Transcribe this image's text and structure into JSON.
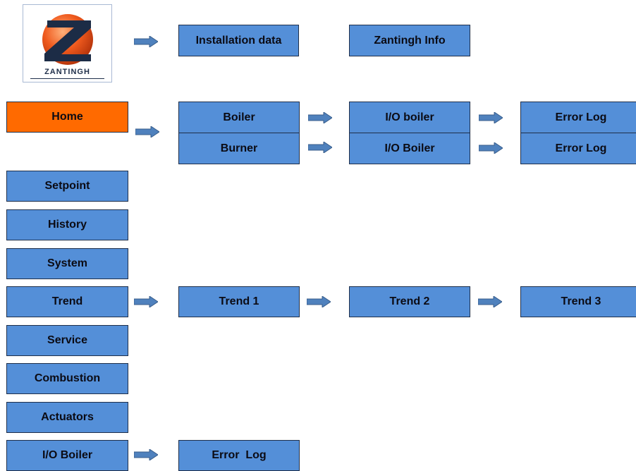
{
  "logo": {
    "text": "ZANTINGH",
    "mark": "Z"
  },
  "colors": {
    "box": "#548fd8",
    "active": "#ff6a00",
    "arrow": "#4f81bd",
    "border": "#1f2f4a"
  },
  "top_row": {
    "installation_data": "Installation data",
    "zantingh_info": "Zantingh Info"
  },
  "menu": {
    "home": "Home",
    "setpoint": "Setpoint",
    "history": "History",
    "system": "System",
    "trend": "Trend",
    "service": "Service",
    "combustion": "Combustion",
    "actuators": "Actuators",
    "io_boiler": "I/O Boiler"
  },
  "home_branch": {
    "boiler": "Boiler",
    "burner": "Burner",
    "io_boiler_1": "I/O boiler",
    "io_boiler_2": "I/O Boiler",
    "error_log_1": "Error Log",
    "error_log_2": "Error Log"
  },
  "trend_branch": {
    "trend_1": "Trend 1",
    "trend_2": "Trend 2",
    "trend_3": "Trend 3"
  },
  "io_branch": {
    "error_log": "Error  Log"
  }
}
